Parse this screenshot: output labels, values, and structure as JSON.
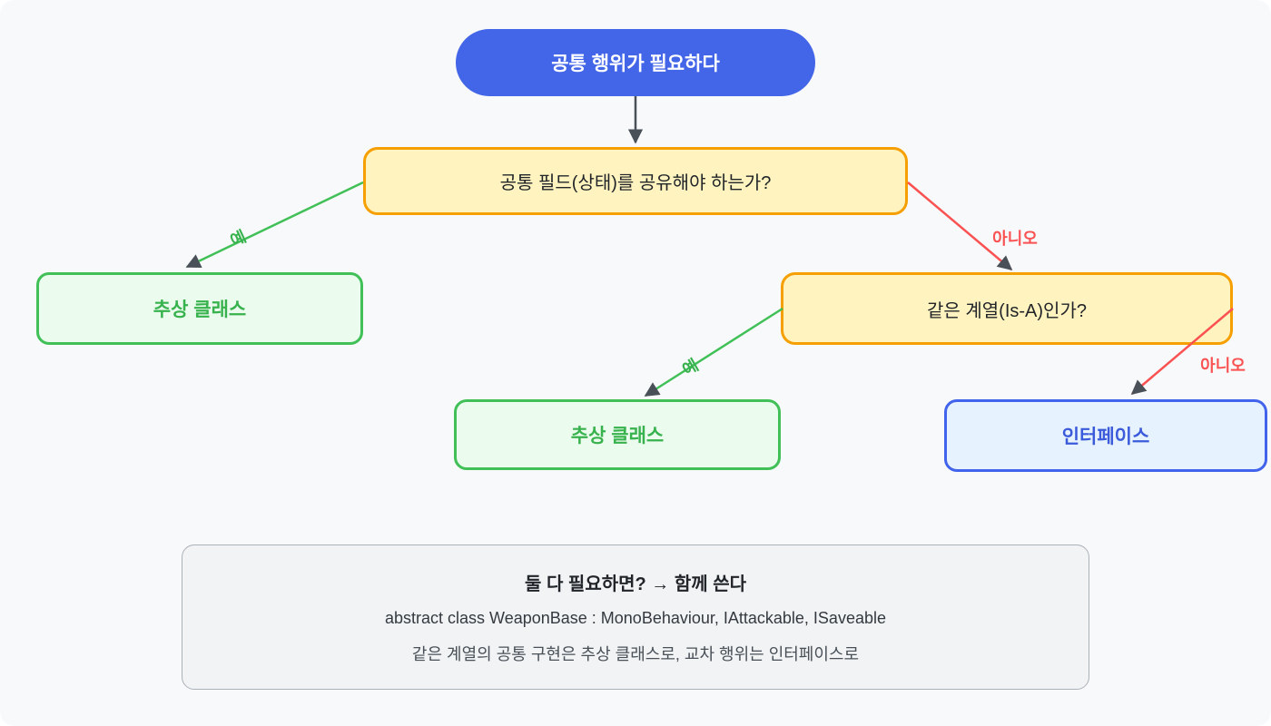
{
  "diagram": {
    "nodes": {
      "start": {
        "label": "공통 행위가 필요하다"
      },
      "q1": {
        "label": "공통 필드(상태)를 공유해야 하는가?"
      },
      "abstract1": {
        "label": "추상 클래스"
      },
      "q2": {
        "label": "같은 계열(Is-A)인가?"
      },
      "abstract2": {
        "label": "추상 클래스"
      },
      "interface": {
        "label": "인터페이스"
      }
    },
    "edges": {
      "yes1": {
        "label": "예"
      },
      "no1": {
        "label": "아니오"
      },
      "yes2": {
        "label": "예"
      },
      "no2": {
        "label": "아니오"
      }
    },
    "colors": {
      "canvas_bg": "#f8f9fa",
      "start_fill": "#4365e8",
      "question_fill": "#fff3bf",
      "question_border": "#f59f00",
      "green_fill": "#ebfbee",
      "green_border": "#40c057",
      "green_text": "#37b24d",
      "blue_fill": "#e6f2fd",
      "blue_border": "#4263eb",
      "blue_text": "#3b5bdb",
      "edge_yes": "#40c057",
      "edge_no": "#fa5252",
      "edge_plain": "#495057",
      "arrowhead": "#495057"
    }
  },
  "note": {
    "title": "둘 다 필요하면? → 함께 쓴다",
    "code": "abstract class WeaponBase : MonoBehaviour, IAttackable, ISaveable",
    "description": "같은 계열의 공통 구현은 추상 클래스로, 교차 행위는 인터페이스로"
  }
}
